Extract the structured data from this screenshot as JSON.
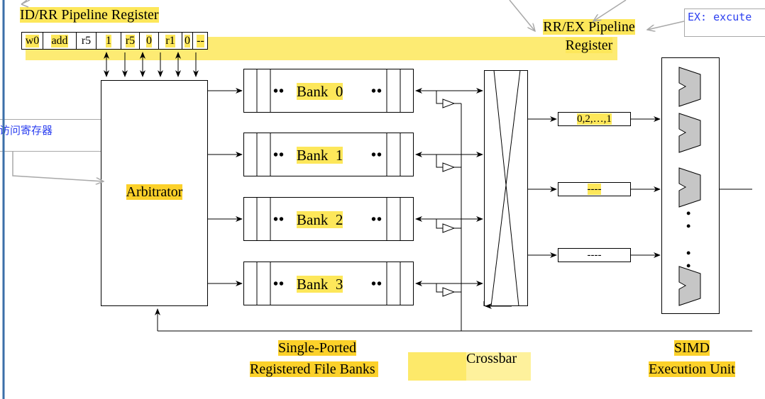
{
  "id_rr_register": {
    "title": "ID/RR Pipeline Register",
    "fields": [
      "w0",
      "add",
      "r5",
      "1",
      "r5",
      "0",
      "r1",
      "0",
      "--"
    ]
  },
  "rr_ex_register": {
    "line1": "RR/EX Pipeline",
    "line2": "Register"
  },
  "annotations": {
    "ex_note": "EX: excute",
    "rr_note": "访问寄存器"
  },
  "arbitrator": {
    "label": "Arbitrator"
  },
  "banks": [
    {
      "name": "Bank",
      "index": "0"
    },
    {
      "name": "Bank",
      "index": "1"
    },
    {
      "name": "Bank",
      "index": "2"
    },
    {
      "name": "Bank",
      "index": "3"
    }
  ],
  "bank_dots": "••",
  "collector_buffers": [
    "0,2,…,1",
    "----",
    "----"
  ],
  "simd_vdots": [
    "•",
    "•"
  ],
  "captions": {
    "banks_line1": "Single-Ported",
    "banks_line2": "Registered File Banks",
    "crossbar": "Crossbar",
    "simd_line1": "SIMD",
    "simd_line2": "Execution Unit"
  },
  "colors": {
    "highlight": "#fde75a",
    "highlight_dark": "#fcd12a",
    "annotation_text": "#2b3ff0",
    "annotation_border": "#a9a9a9",
    "alu_fill": "#c6c6c6"
  }
}
